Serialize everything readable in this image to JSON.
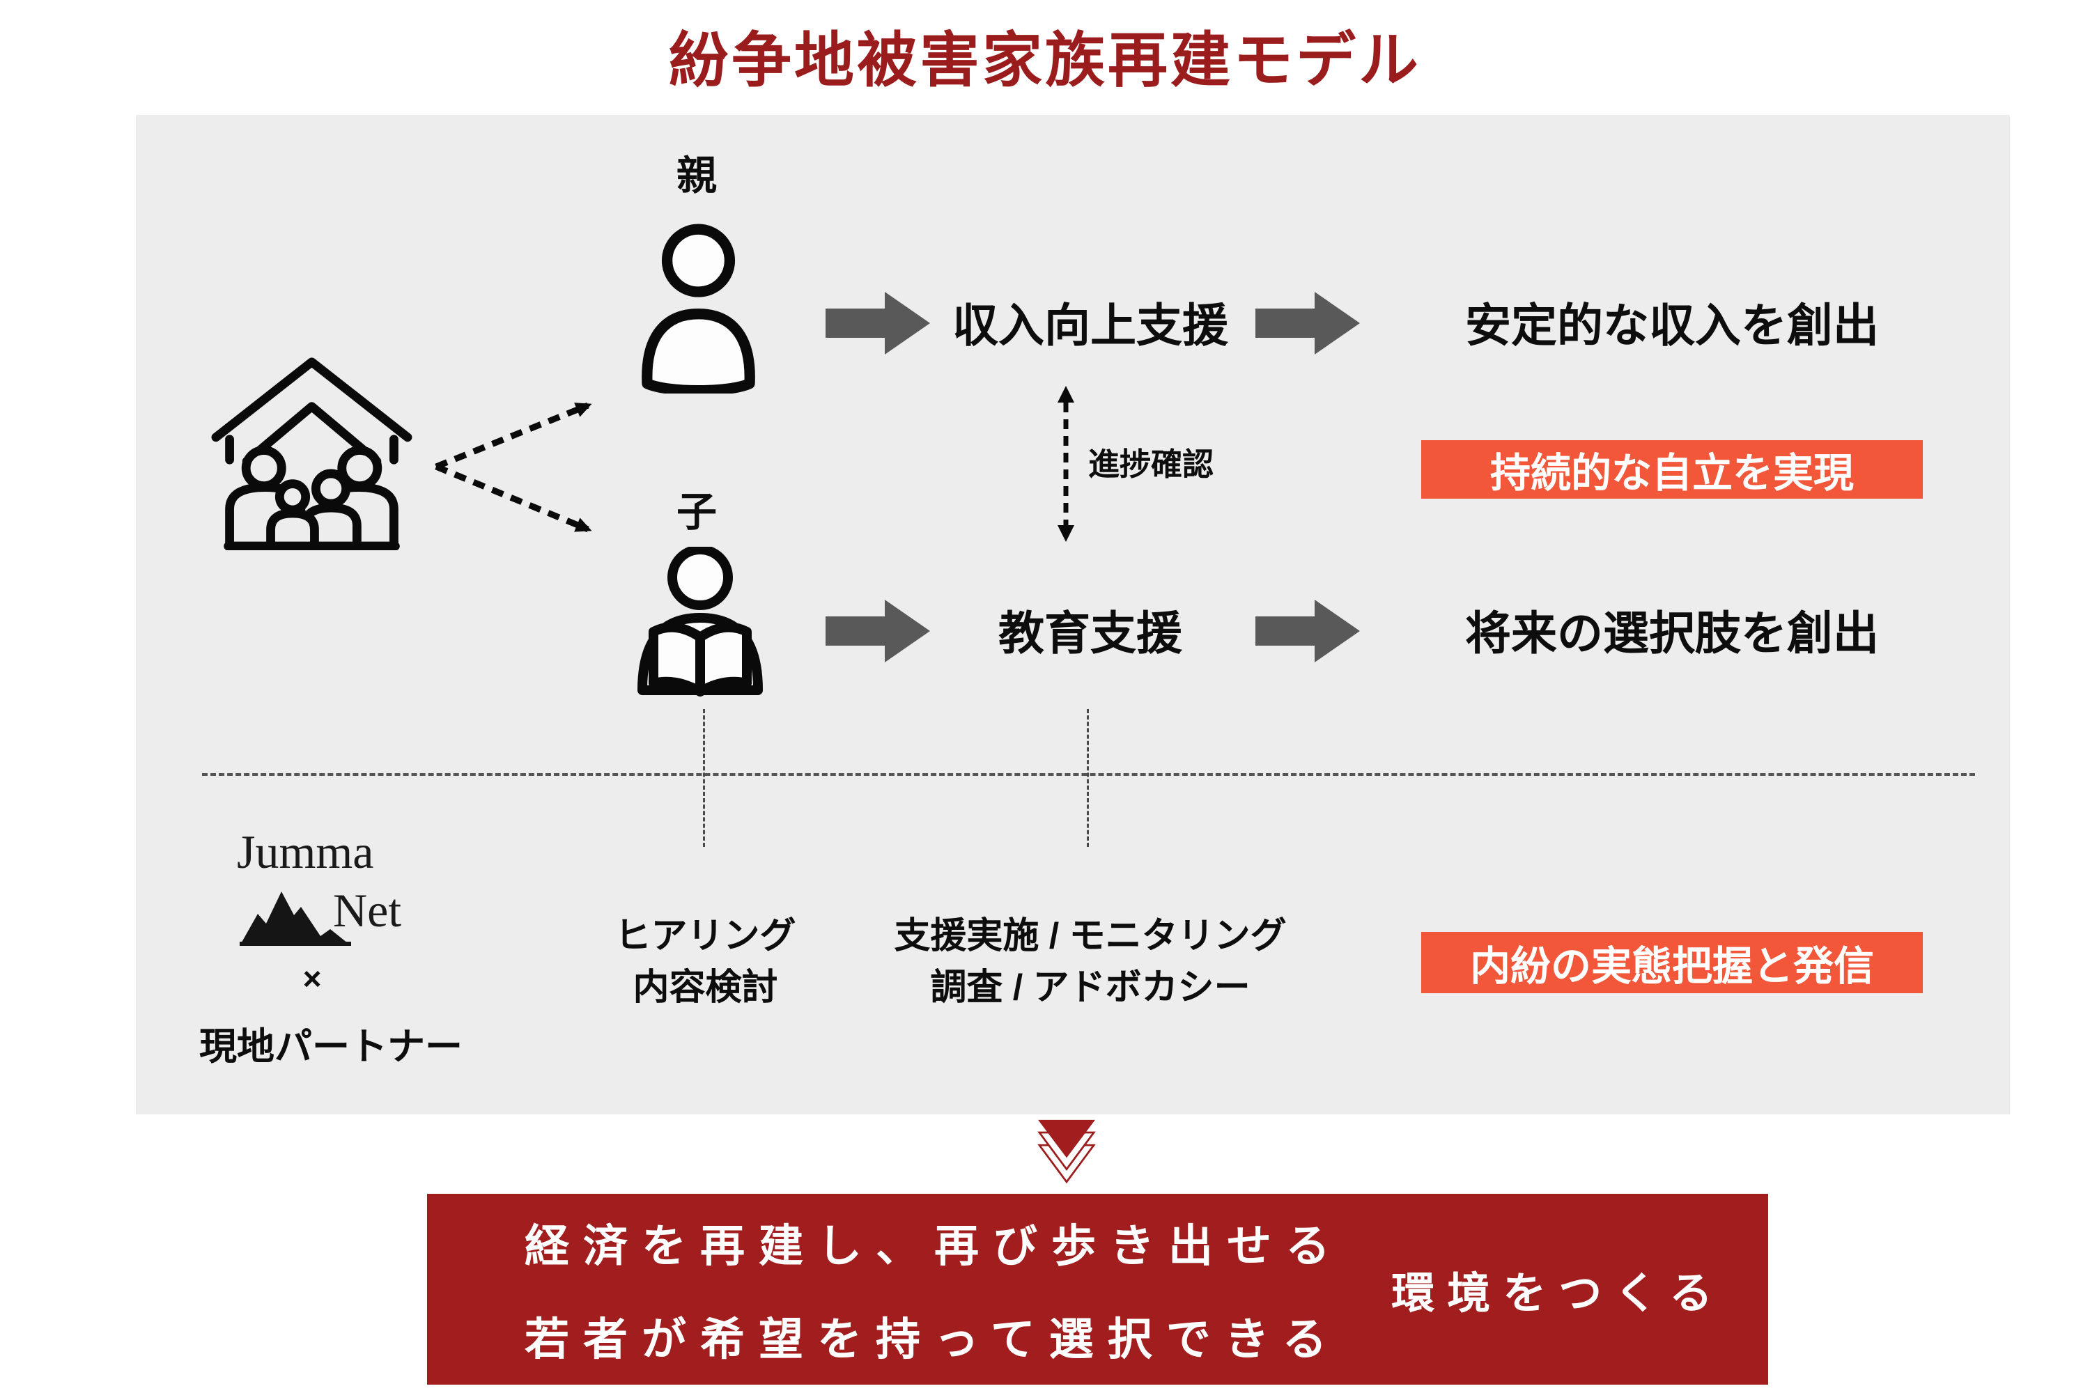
{
  "title": "紛争地被害家族再建モデル",
  "colors": {
    "panel_bg": "#EDEDED",
    "title_red": "#9B1C1C",
    "goal_box_red": "#A21D1D",
    "accent_orange": "#F2573A",
    "arrow_gray": "#595959",
    "text_black": "#0D0D0D"
  },
  "family": {
    "icon": "family-house-icon"
  },
  "parent_flow": {
    "label": "親",
    "icon": "parent-person-icon",
    "step": "収入向上支援",
    "outcome": "安定的な収入を創出"
  },
  "child_flow": {
    "label": "子",
    "icon": "child-reading-icon",
    "step": "教育支援",
    "outcome": "将来の選択肢を創出"
  },
  "progress_label": "進捗確認",
  "badges": {
    "sustain": "持続的な自立を実現",
    "conflict": "内紛の実態把握と発信"
  },
  "partners": {
    "logo_word1": "Jumma",
    "logo_word2": "Net",
    "logo_icon": "mountain-icon",
    "cross": "×",
    "local_partner": "現地パートナー"
  },
  "phases": {
    "hearing_line1": "ヒアリング",
    "hearing_line2": "内容検討",
    "support_line1": "支援実施 / モニタリング",
    "support_line2": "調査 / アドボカシー"
  },
  "goal": {
    "line1": "経済を再建し、再び歩き出せる",
    "line2": "若者が希望を持って選択できる",
    "suffix": "環境をつくる"
  }
}
